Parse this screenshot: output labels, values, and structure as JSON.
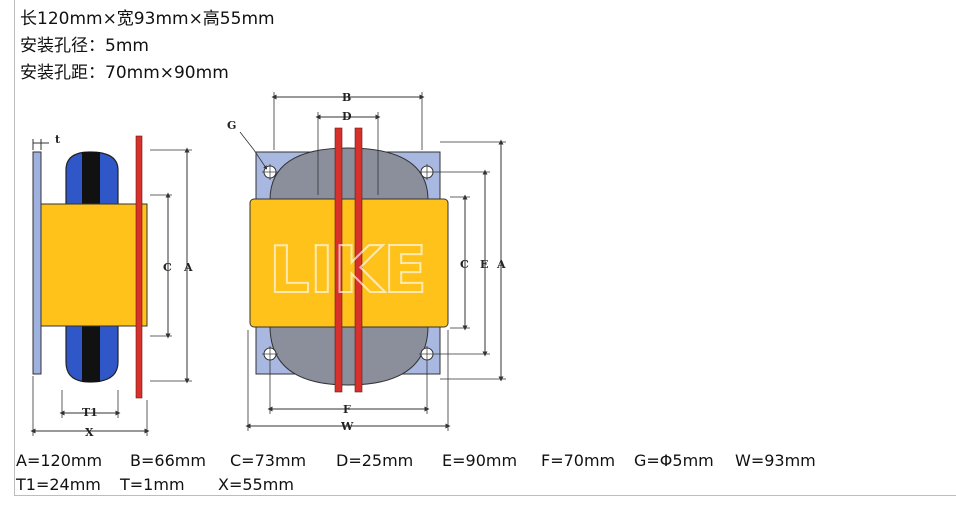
{
  "specs": [
    "长120mm×宽93mm×高55mm",
    "安装孔径：5mm",
    "安装孔距：70mm×90mm"
  ],
  "diagram_labels": {
    "t": "t",
    "T1": "T1",
    "X": "X",
    "C": "C",
    "A": "A",
    "E": "E",
    "B": "B",
    "D": "D",
    "F": "F",
    "W": "W",
    "G": "G"
  },
  "watermark": "LIKE",
  "dimensions_row1": [
    "A=120mm",
    "B=66mm",
    "C=73mm",
    "D=25mm",
    "E=90mm",
    "F=70mm",
    "G=Φ5mm",
    "W=93mm"
  ],
  "dimensions_row2": [
    "T1=24mm",
    "T=1mm",
    "X=55mm"
  ],
  "colors": {
    "core_yellow": "#FFC21A",
    "coil_blue": "#2F57C8",
    "lead_red": "#D8302A",
    "plate_blue": "#A9B8E0",
    "core_grey": "#8A8F9B"
  }
}
